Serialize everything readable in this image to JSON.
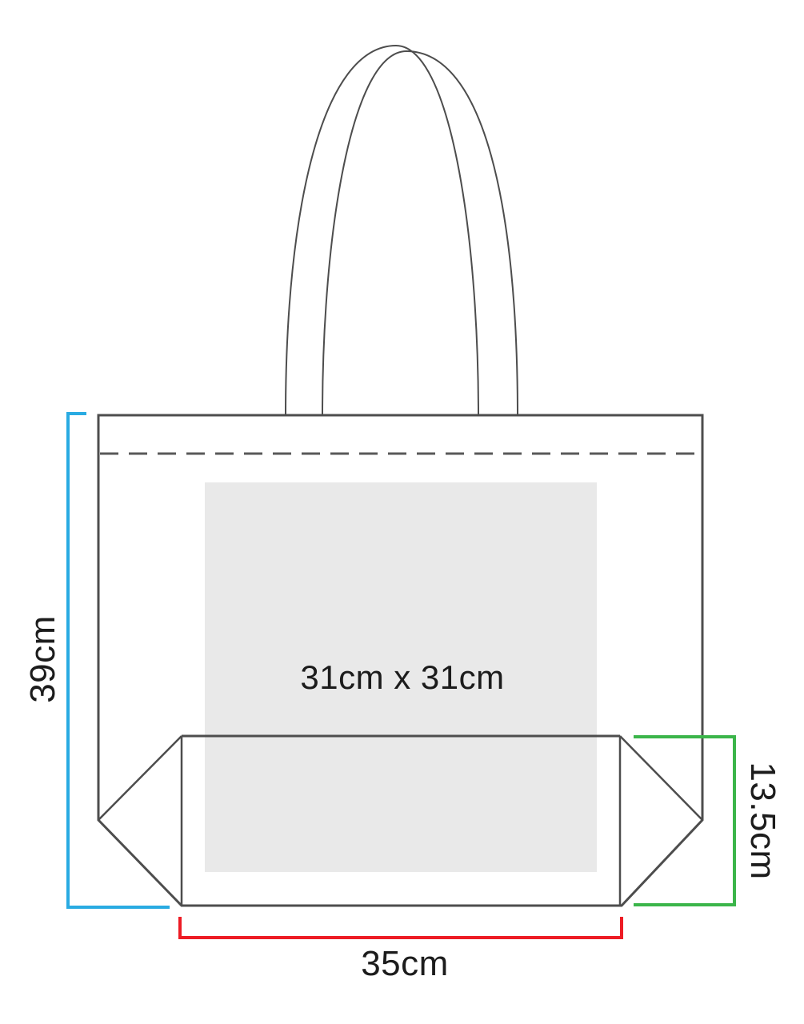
{
  "diagram": {
    "labels": {
      "bag_height": "39cm",
      "bag_width": "35cm",
      "gusset_depth": "13.5cm",
      "print_area": "31cm x 31cm"
    },
    "colors": {
      "height_accent": "#29abe2",
      "width_accent": "#ed1c24",
      "gusset_accent": "#3bb54a",
      "outline": "#4d4d4d",
      "stitch_line": "#595959",
      "print_area_fill": "#e9e9e9",
      "label_text": "#1c1c1c"
    }
  }
}
